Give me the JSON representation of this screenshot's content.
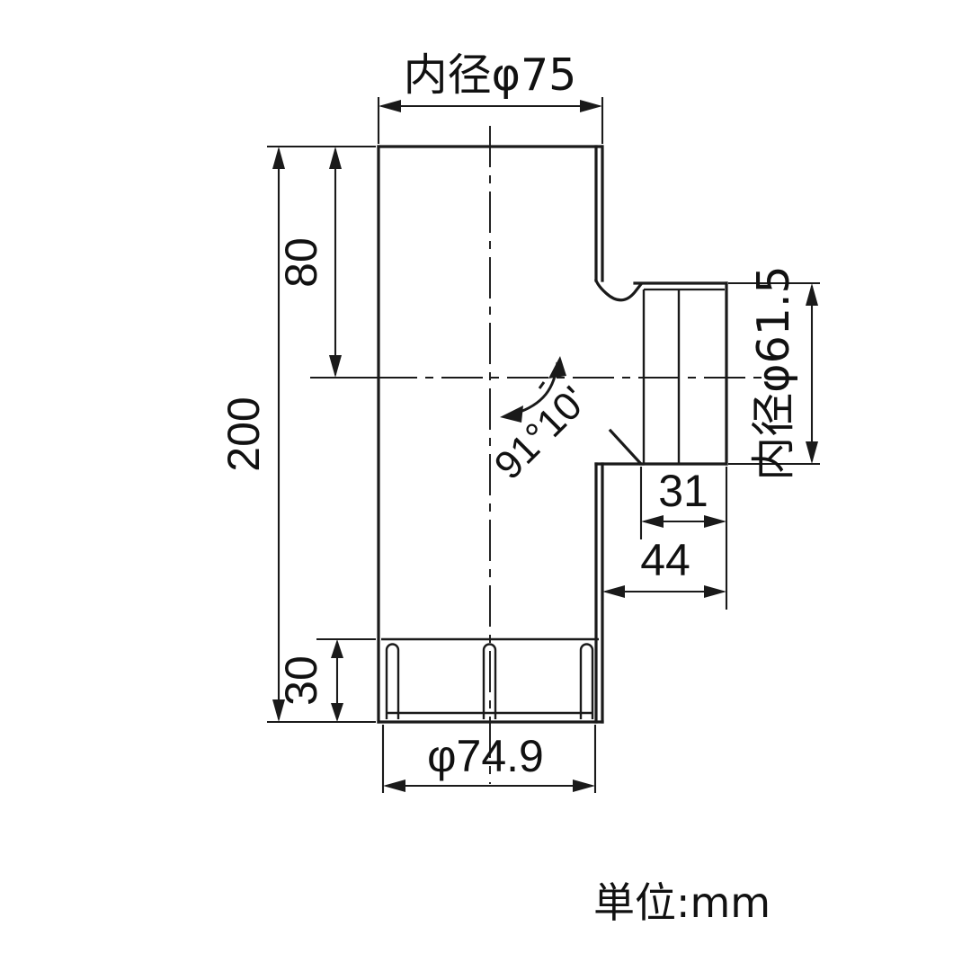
{
  "drawing": {
    "title": "pipe-tee-fitting-technical-drawing",
    "unit_note": "単位:mm",
    "line_color": "#1a1a1a",
    "background_color": "#ffffff",
    "dimensions": {
      "top_bore": "内径φ75",
      "upper_height": "80",
      "total_height": "200",
      "socket_depth": "30",
      "bottom_outer": "φ74.9",
      "branch_bore": "内径φ61.5",
      "branch_inner_length": "31",
      "branch_outer_length": "44",
      "branch_angle": "91°10'"
    }
  },
  "chart_data": {
    "type": "table",
    "title": "Pipe tee fitting dimensions",
    "categories": [
      "内径φ75",
      "80",
      "200",
      "30",
      "φ74.9",
      "内径φ61.5",
      "31",
      "44",
      "91°10'"
    ],
    "values": [
      75,
      80,
      200,
      30,
      74.9,
      61.5,
      31,
      44,
      91.1667
    ],
    "units": "mm",
    "notes": "単位:mm"
  }
}
